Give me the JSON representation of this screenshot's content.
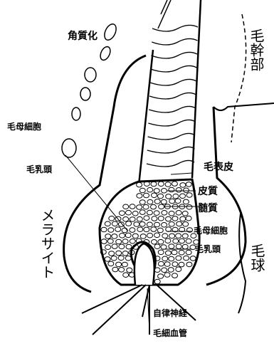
{
  "labels": {
    "keratinization": "角質化",
    "hair_mother_cells_left": "毛母細胞",
    "dermal_papilla_left": "毛乳頭",
    "melanocyte": "メラサイト",
    "hair_shaft": "毛幹部",
    "cuticle": "毛表皮",
    "cortex": "皮質",
    "medulla": "髄質",
    "hair_mother_cells_right": "毛母細胞",
    "dermal_papilla_right": "毛乳頭",
    "hair_bulb": "毛球",
    "autonomic_nerve": "自律神経",
    "capillary": "毛細血管"
  }
}
